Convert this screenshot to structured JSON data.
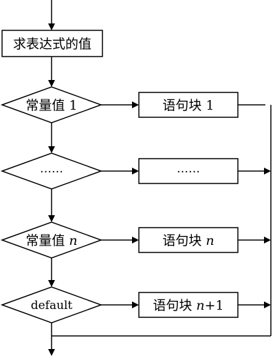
{
  "start_box": {
    "label": "求表达式的值"
  },
  "cases": [
    {
      "condition": "常量值 1",
      "cond_italic_suffix": "",
      "block": "语句块 1",
      "block_italic_suffix": "",
      "block_tail": ""
    },
    {
      "condition": "……",
      "cond_italic_suffix": "",
      "block": "……",
      "block_italic_suffix": "",
      "block_tail": ""
    },
    {
      "condition": "常量值 ",
      "cond_italic_suffix": "n",
      "block": "语句块 ",
      "block_italic_suffix": "n",
      "block_tail": ""
    },
    {
      "condition": "default",
      "cond_italic_suffix": "",
      "block": "语句块 ",
      "block_italic_suffix": "n",
      "block_tail": "+1"
    }
  ]
}
